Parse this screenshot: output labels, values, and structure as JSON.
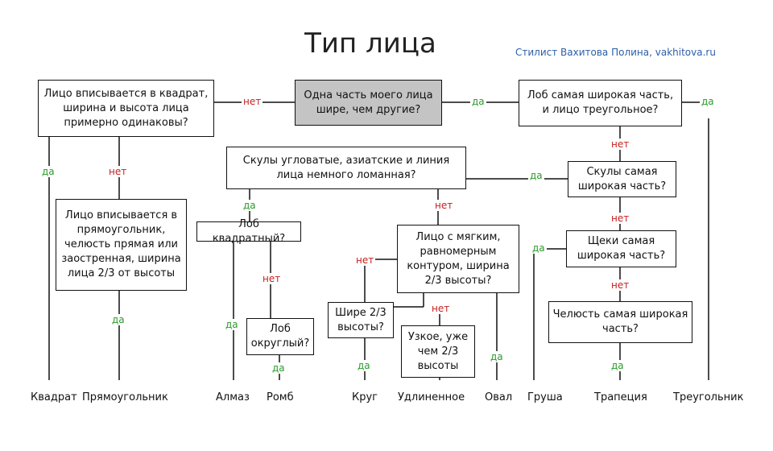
{
  "title": "Тип лица",
  "credit": "Стилист Вахитова Полина, vakhitova.ru",
  "boxes": {
    "start": "Одна часть моего лица шире, чем другие?",
    "square_q": "Лицо вписывается в квадрат, ширина и высота лица примерно одинаковы?",
    "rect_q": "Лицо вписывается в прямоугольник, челюсть прямая или заостренная, ширина лица 2/3 от высоты",
    "angular_q": "Скулы угловатые, азиатские и линия лица немного ломанная?",
    "sq_forehead_q": "Лоб квадратный?",
    "round_forehead_q": "Лоб округлый?",
    "soft_q": "Лицо с мягким, равномерным контуром, ширина 2/3 высоты?",
    "wider_q": "Шире 2/3 высоты?",
    "narrow_q": "Узкое, уже чем 2/3 высоты",
    "forehead_tri_q": "Лоб самая широкая часть, и лицо треугольное?",
    "cheekbones_q": "Скулы самая широкая часть?",
    "cheeks_q": "Щеки самая широкая часть?",
    "jaw_q": "Челюсть самая широкая часть?"
  },
  "labels": {
    "yes": "да",
    "no": "нет"
  },
  "outcomes": {
    "square": "Квадрат",
    "rectangle": "Прямоугольник",
    "diamond": "Алмаз",
    "rhombus": "Ромб",
    "circle": "Круг",
    "elongated": "Удлиненное",
    "oval": "Овал",
    "pear": "Груша",
    "trapezoid": "Трапеция",
    "triangle": "Треугольник"
  },
  "colors": {
    "yes": "#2a9a2a",
    "no": "#c62020",
    "start_box": "#c4c4c4"
  }
}
